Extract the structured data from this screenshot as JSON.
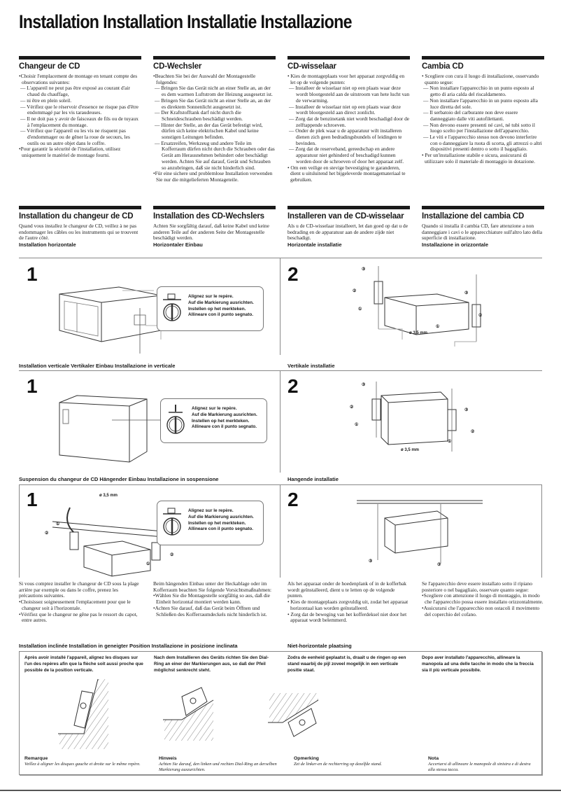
{
  "page_title": "Installation Installation Installatie Installazione",
  "warnings": [
    {
      "heading": "Changeur de CD",
      "intro": "•Choisir l'emplacement de montage en tenant compte des observations suivantes:",
      "items": [
        "L'appareil ne peut pas être exposé au courant d'air chaud du chauffage,",
        "ni être en plein soleil.",
        "Vérifiez que le réservoir d'essence ne risque pas d'être endommagé par les vis taraudeuses.",
        "Il ne doit pas y avoir de faisceaux de fils ou de tuyaux à l'emplacement du montage.",
        "Vérifiez que l'appareil ou les vis ne risquent pas d'endommager ou de gêner la roue de secours, les outils ou un autre objet dans le coffre."
      ],
      "outro": "•Pour garantir la sécurité de l'installation, utilisez uniquement le matériel de montage fourni."
    },
    {
      "heading": "CD-Wechsler",
      "intro": "•Beachten Sie bei der Auswahl der Montagestelle folgendes:",
      "items": [
        "Bringen Sie das Gerät nicht an einer Stelle an, an der es dem warmen Luftstrom der Heizung ausgesetzt ist.",
        "Bringen Sie das Gerät nicht an einer Stelle an, an der es direktem Sonnenlicht ausgesetzt ist.",
        "Der Kraftstofftank darf nicht durch die Schneideschrauben beschädigt werden.",
        "Hinter der Stelle, an der das Gerät befestigt wird, dürfen sich keine elektrischen Kabel und keine sonstigen Leitungen befinden.",
        "Ersatzreifen, Werkzeug und andere Teile im Kofferraum dürfen nicht durch die Schrauben oder das Gerät am Herausnehmen behindert oder beschädigt werden. Achten Sie auf darauf, Gerät und Schrauben so anzubringen, daß sie nicht hinderlich sind."
      ],
      "outro": "•Für eine sichere und problemlose Installation verwenden Sie nur die mitgelieferten Montageteile."
    },
    {
      "heading": "CD-wisselaar",
      "intro": "• Kies de montageplaats voor het apparaat zorgvuldig en let op de volgende punten:",
      "items": [
        "Installeer de wisselaar niet op een plaats waar deze wordt blootgesteld aan de uitstroom van hete lucht van de verwarming.",
        "Installeer de wisselaar niet op een plaats waar deze wordt blootgesteld aan direct zonlicht.",
        "Zorg dat de benzinetank niet wordt beschadigd door de zelftappende schroeven.",
        "Onder de plek waar u de apparatuur wilt installeren dienen zich geen bedradingsbundels of leidingen te bevinden.",
        "Zorg dat de reserveband, gereedschap en andere apparatuur niet gehinderd of beschadigd kunnen worden door de schroeven  of door het apparaat zelf."
      ],
      "outro": "• Om een veilige en stevige bevestiging te garanderen, dient u uitsluitend het bijgeleverde montagemateriaal te gebruiken."
    },
    {
      "heading": "Cambia CD",
      "intro": "• Scegliere con cura il luogo di installazione, osservando quanto segue:",
      "items": [
        "Non installare l'apparecchio in un punto esposto al getto di aria calda del riscaldamento.",
        "Non installare l'apparecchio in un punto esposto alla luce diretta del sole.",
        "Il serbatoio del carburante non deve essere danneggiato dalle viti autofilettanti.",
        "Non devono essere presenti né cavi, né tubi sotto il luogo scelto per l'installazione dell'apparecchio.",
        "Le viti e l'apparecchio stesso non devono interferire con o danneggiare la ruota di scorta, gli attrezzi o altri dispositivi presenti dentro o sotto il bagagliaio."
      ],
      "outro": "• Per un'installazione stabile e sicura, assicurarsi di utilizzare solo il materiale di montaggio in dotazione."
    }
  ],
  "installation": [
    {
      "heading": "Installation du changeur de CD",
      "text": "Quand vous installez le changeur de CD, veillez à ne pas endommager les câbles ou les instruments qui se trouvent de l'autre côté.",
      "sub": "Installation horizontale"
    },
    {
      "heading": "Installation des CD-Wechslers",
      "text": "Achten Sie sorgfältig darauf, daß keine Kabel und keine anderen Teile auf der anderen Seite der Montagestelle beschädigt werden.",
      "sub": "Horizontaler Einbau"
    },
    {
      "heading": "Installeren van de CD-wisselaar",
      "text": "Als u de CD-wisselaar installeert, let dan goed op dat u de bedrading en de apparatuur aan de andere zijde niet beschadigt.",
      "sub": "Horizontale installatie"
    },
    {
      "heading": "Installazione del cambia CD",
      "text": "Quando si installa il cambia CD, fare attenzione a non danneggiare i cavi o le apparecchiature sull'altro lato della superficie di installazione.",
      "sub": "Installazione in orizzontale"
    }
  ],
  "callout_lines": [
    "Alignez sur le repère.",
    "Auf die Markierung ausrichten.",
    "Instellen op het merkteken.",
    "Allineare con il punto segnato."
  ],
  "diagram": {
    "step1": "1",
    "step2": "2",
    "drill_size": "ø 3,5 mm",
    "part1": "①",
    "part2": "②",
    "part3": "③"
  },
  "vertical": {
    "label_left": "Installation verticale Vertikaler Einbau Installazione in verticale",
    "label_right": "Vertikale installatie"
  },
  "suspension": {
    "label_left": "Suspension du changeur de CD Hängender Einbau Installazione in sospensione",
    "label_right": "Hangende installatie",
    "texts": [
      {
        "intro": "Si vous comptez installer le changeur de CD sous la plage arrière par exemple ou dans le coffre, prenez les précautions suivantes.",
        "bullets": [
          "•Choisissez soigneusement l'emplacement pour que le changeur soit à l'horizontale.",
          "•Vérifiez que le changeur ne gêne pas le ressort du capot, entre autres."
        ]
      },
      {
        "intro": "Beim hängenden Einbau unter der Heckablage oder im Kofferraum beachten Sie folgende Vorsichtsmaßnahmen:",
        "bullets": [
          "•Wählen Sie die Montagestelle sorgfältig so aus, daß die Einheit horizontal montiert werden kann.",
          "•Achten Sie darauf, daß das Gerät beim Öffnen und Schließen des Kofferraumdeckels nicht hinderlich ist."
        ]
      },
      {
        "intro": "Als het apparaat onder de hoedenplank of in de kofferbak wordt geïnstalleerd, dient u te letten op de volgende punten.",
        "bullets": [
          "• Kies de montageplaats zorgvuldig uit, zodat het apparaat horizontaal kan worden geïnstalleerd.",
          "• Zorg dat de beweging van het kofferdeksel niet door het apparaat wordt belemmerd."
        ]
      },
      {
        "intro": "Se l'apparecchio deve essere installato sotto il ripiano posteriore o nel bagagliaio, osservare quanto segue:",
        "bullets": [
          "•Scegliere con attenzione il luogo di montaggio, in modo che l'apparecchio possa essere installato orizzontalmente.",
          "•Assicurarsi che l'apparecchio non ostacoli il movimento del coperchio del cofano."
        ]
      }
    ]
  },
  "inclined": {
    "label_left": "Installation inclinée Installation in geneigter Position Installazione in posizione inclinata",
    "label_right": "Niet-horizontale plaatsing",
    "instructions": [
      "Après avoir installé l'appareil, alignez les disques sur l'un des repères afin que la flèche soit aussi proche que possible de la position verticale.",
      "Nach dem Installieren des Geräts richten Sie den Dial-Ring an einer der Markierungen aus, so daß der Pfeil möglichst senkrecht steht.",
      "Zodra de eenheid geplaatst is, draait u de ringen op een stand waarbij de pijl zoveel mogelijk in een verticale positie staat.",
      "Dopo aver installato l'apparecchio, allineare la manopola ad una delle tacche in modo che la freccia sia il più verticale possibile."
    ],
    "notes": [
      {
        "title": "Remarque",
        "text": "Veillez à aligner les disques gauche et droite sur le même repère."
      },
      {
        "title": "Hinweis",
        "text": "Achten Sie darauf, den linken und rechten Dial-Ring an derselben Markierung auszurichten."
      },
      {
        "title": "Opmerking",
        "text": "Zet de linker-en de rechterring op dezelfde stand."
      },
      {
        "title": "Nota",
        "text": "Accertarsi di allineare le manopole di sinistra e di destra alla stessa tacca."
      }
    ]
  }
}
